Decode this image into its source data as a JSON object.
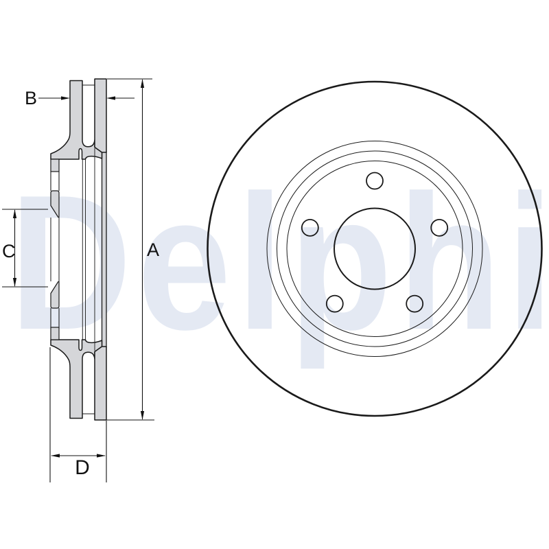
{
  "watermark": {
    "text": "Delphi",
    "color": "#e4e9f3"
  },
  "diagram": {
    "type": "technical-drawing",
    "subject": "vented brake disc - cross-section and front view",
    "dimensions": {
      "a": "A",
      "b": "B",
      "c": "C",
      "d": "D"
    }
  },
  "colors": {
    "line": "#1a1a1a",
    "section_fill": "#d5d6d9",
    "dimension_line": "#111111",
    "watermark": "#e4e9f3",
    "background": "#ffffff"
  }
}
